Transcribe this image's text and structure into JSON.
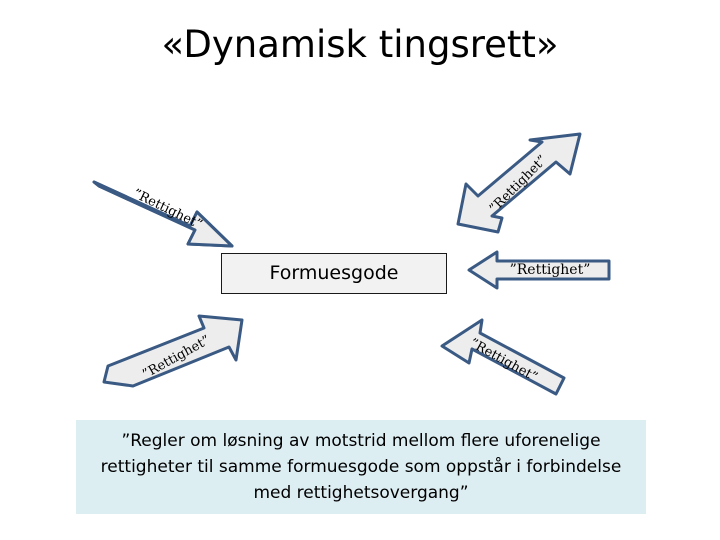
{
  "slide": {
    "title": "«Dynamisk tingsrett»",
    "background_color": "#ffffff"
  },
  "center": {
    "label": "Formuesgode",
    "fill_color": "#F2F2F2",
    "border_color": "#1A1A1A"
  },
  "arrows": [
    {
      "id": "top-left",
      "label": "”Rettighet”",
      "direction": "down-right",
      "points_to": "Formuesgode",
      "fill_color": "#EDEDED",
      "border_color": "#3A5A84"
    },
    {
      "id": "top-right",
      "label": "”Rettighet”",
      "direction": "down-left",
      "points_to": "Formuesgode",
      "fill_color": "#EDEDED",
      "border_color": "#3A5A84"
    },
    {
      "id": "mid-right",
      "label": "”Rettighet”",
      "direction": "left",
      "points_to": "Formuesgode",
      "fill_color": "#EDEDED",
      "border_color": "#3A5A84"
    },
    {
      "id": "bot-left",
      "label": "”Rettighet”",
      "direction": "up-right",
      "points_to": "Formuesgode",
      "fill_color": "#EDEDED",
      "border_color": "#3A5A84"
    },
    {
      "id": "bot-right",
      "label": "”Rettighet”",
      "direction": "up-left",
      "points_to": "Formuesgode",
      "fill_color": "#EDEDED",
      "border_color": "#3A5A84"
    }
  ],
  "quote": {
    "text": "”Regler om løsning av motstrid mellom flere uforenelige rettigheter til samme formuesgode som oppstår i forbindelse med rettighetsovergang”",
    "background_color": "#DDEEF3"
  }
}
